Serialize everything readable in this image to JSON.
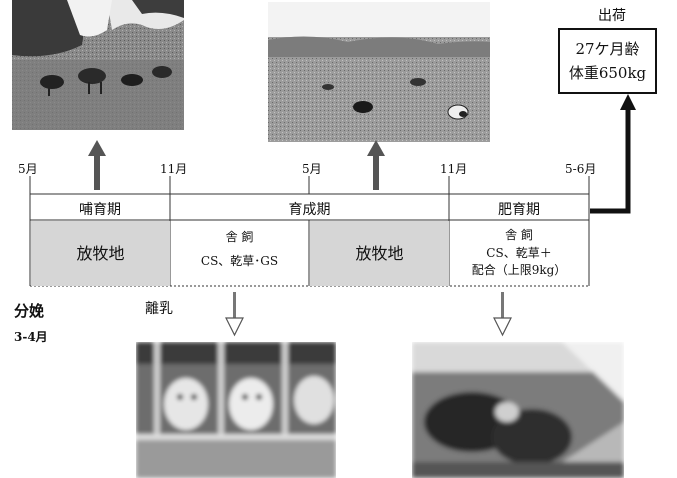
{
  "timeline": {
    "months": [
      "5月",
      "11月",
      "5月",
      "11月",
      "5-6月"
    ],
    "periods": [
      "哺育期",
      "育成期",
      "肥育期"
    ],
    "cells": {
      "pasture_1": "放牧地",
      "housing_1_line1": "舎 飼",
      "housing_1_line2": "CS、乾草･GS",
      "pasture_2": "放牧地",
      "housing_2_line1": "舎 飼",
      "housing_2_line2": "CS、乾草＋",
      "housing_2_line3": "配合（上限9kg）"
    }
  },
  "shipment": {
    "title": "出荷",
    "line1": "27ケ月齢",
    "line2": "体重650kg"
  },
  "notes": {
    "weaning": "離乳",
    "calving": "分娩",
    "calving_months": "3-4月"
  },
  "photos": {
    "top_left": "cattle-grazing-hillside-photo",
    "top_middle": "cattle-pasture-photo",
    "bottom_left": "calves-in-stalls-photo",
    "bottom_right": "cattle-feeding-barn-photo"
  }
}
